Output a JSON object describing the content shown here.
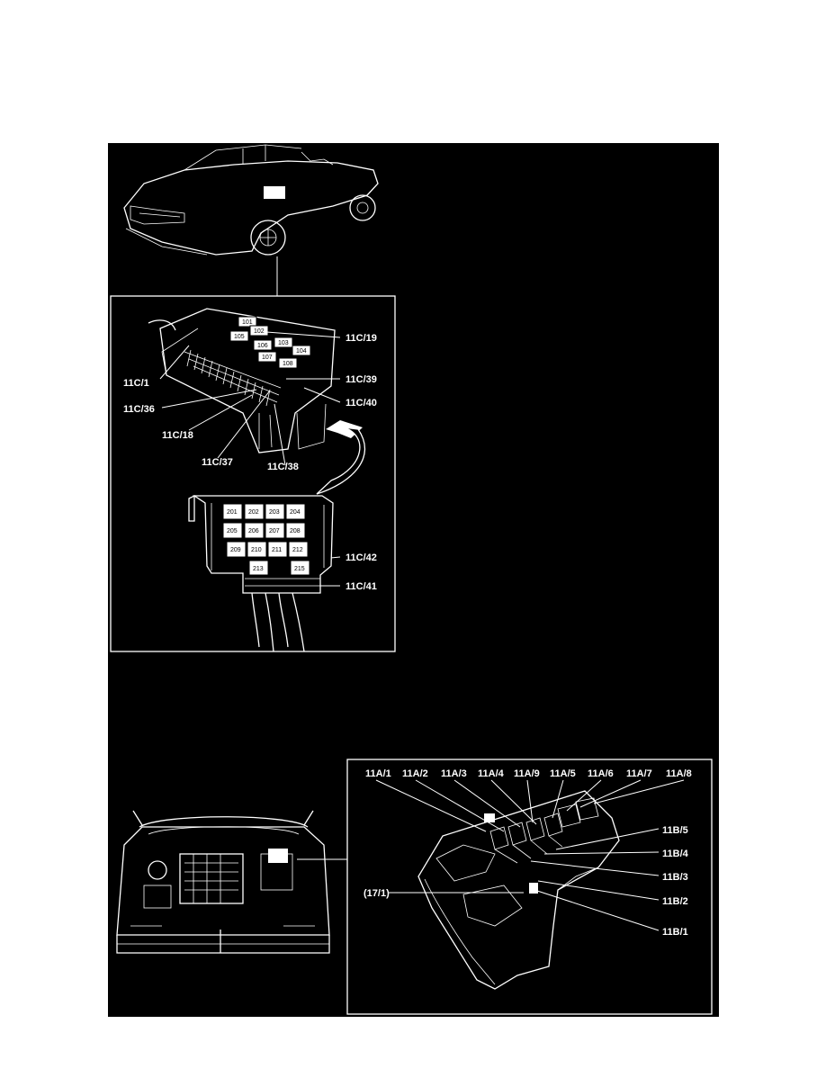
{
  "upper_panel": {
    "callouts": [
      "11C/19",
      "11C/1",
      "11C/39",
      "11C/36",
      "11C/40",
      "11C/18",
      "11C/37",
      "11C/38",
      "11C/42",
      "11C/41"
    ],
    "upper_fuse_positions": [
      "101",
      "102",
      "105",
      "106",
      "103",
      "104",
      "107",
      "108"
    ],
    "lower_fuse_positions": [
      "201",
      "202",
      "203",
      "204",
      "205",
      "206",
      "207",
      "208",
      "209",
      "210",
      "211",
      "212",
      "213",
      "215"
    ]
  },
  "lower_panel": {
    "top_callouts": [
      "11A/1",
      "11A/2",
      "11A/3",
      "11A/4",
      "11A/9",
      "11A/5",
      "11A/6",
      "11A/7",
      "11A/8"
    ],
    "right_callouts": [
      "11B/5",
      "11B/4",
      "11B/3",
      "11B/2",
      "11B/1"
    ],
    "left_callout": "(17/1)"
  }
}
